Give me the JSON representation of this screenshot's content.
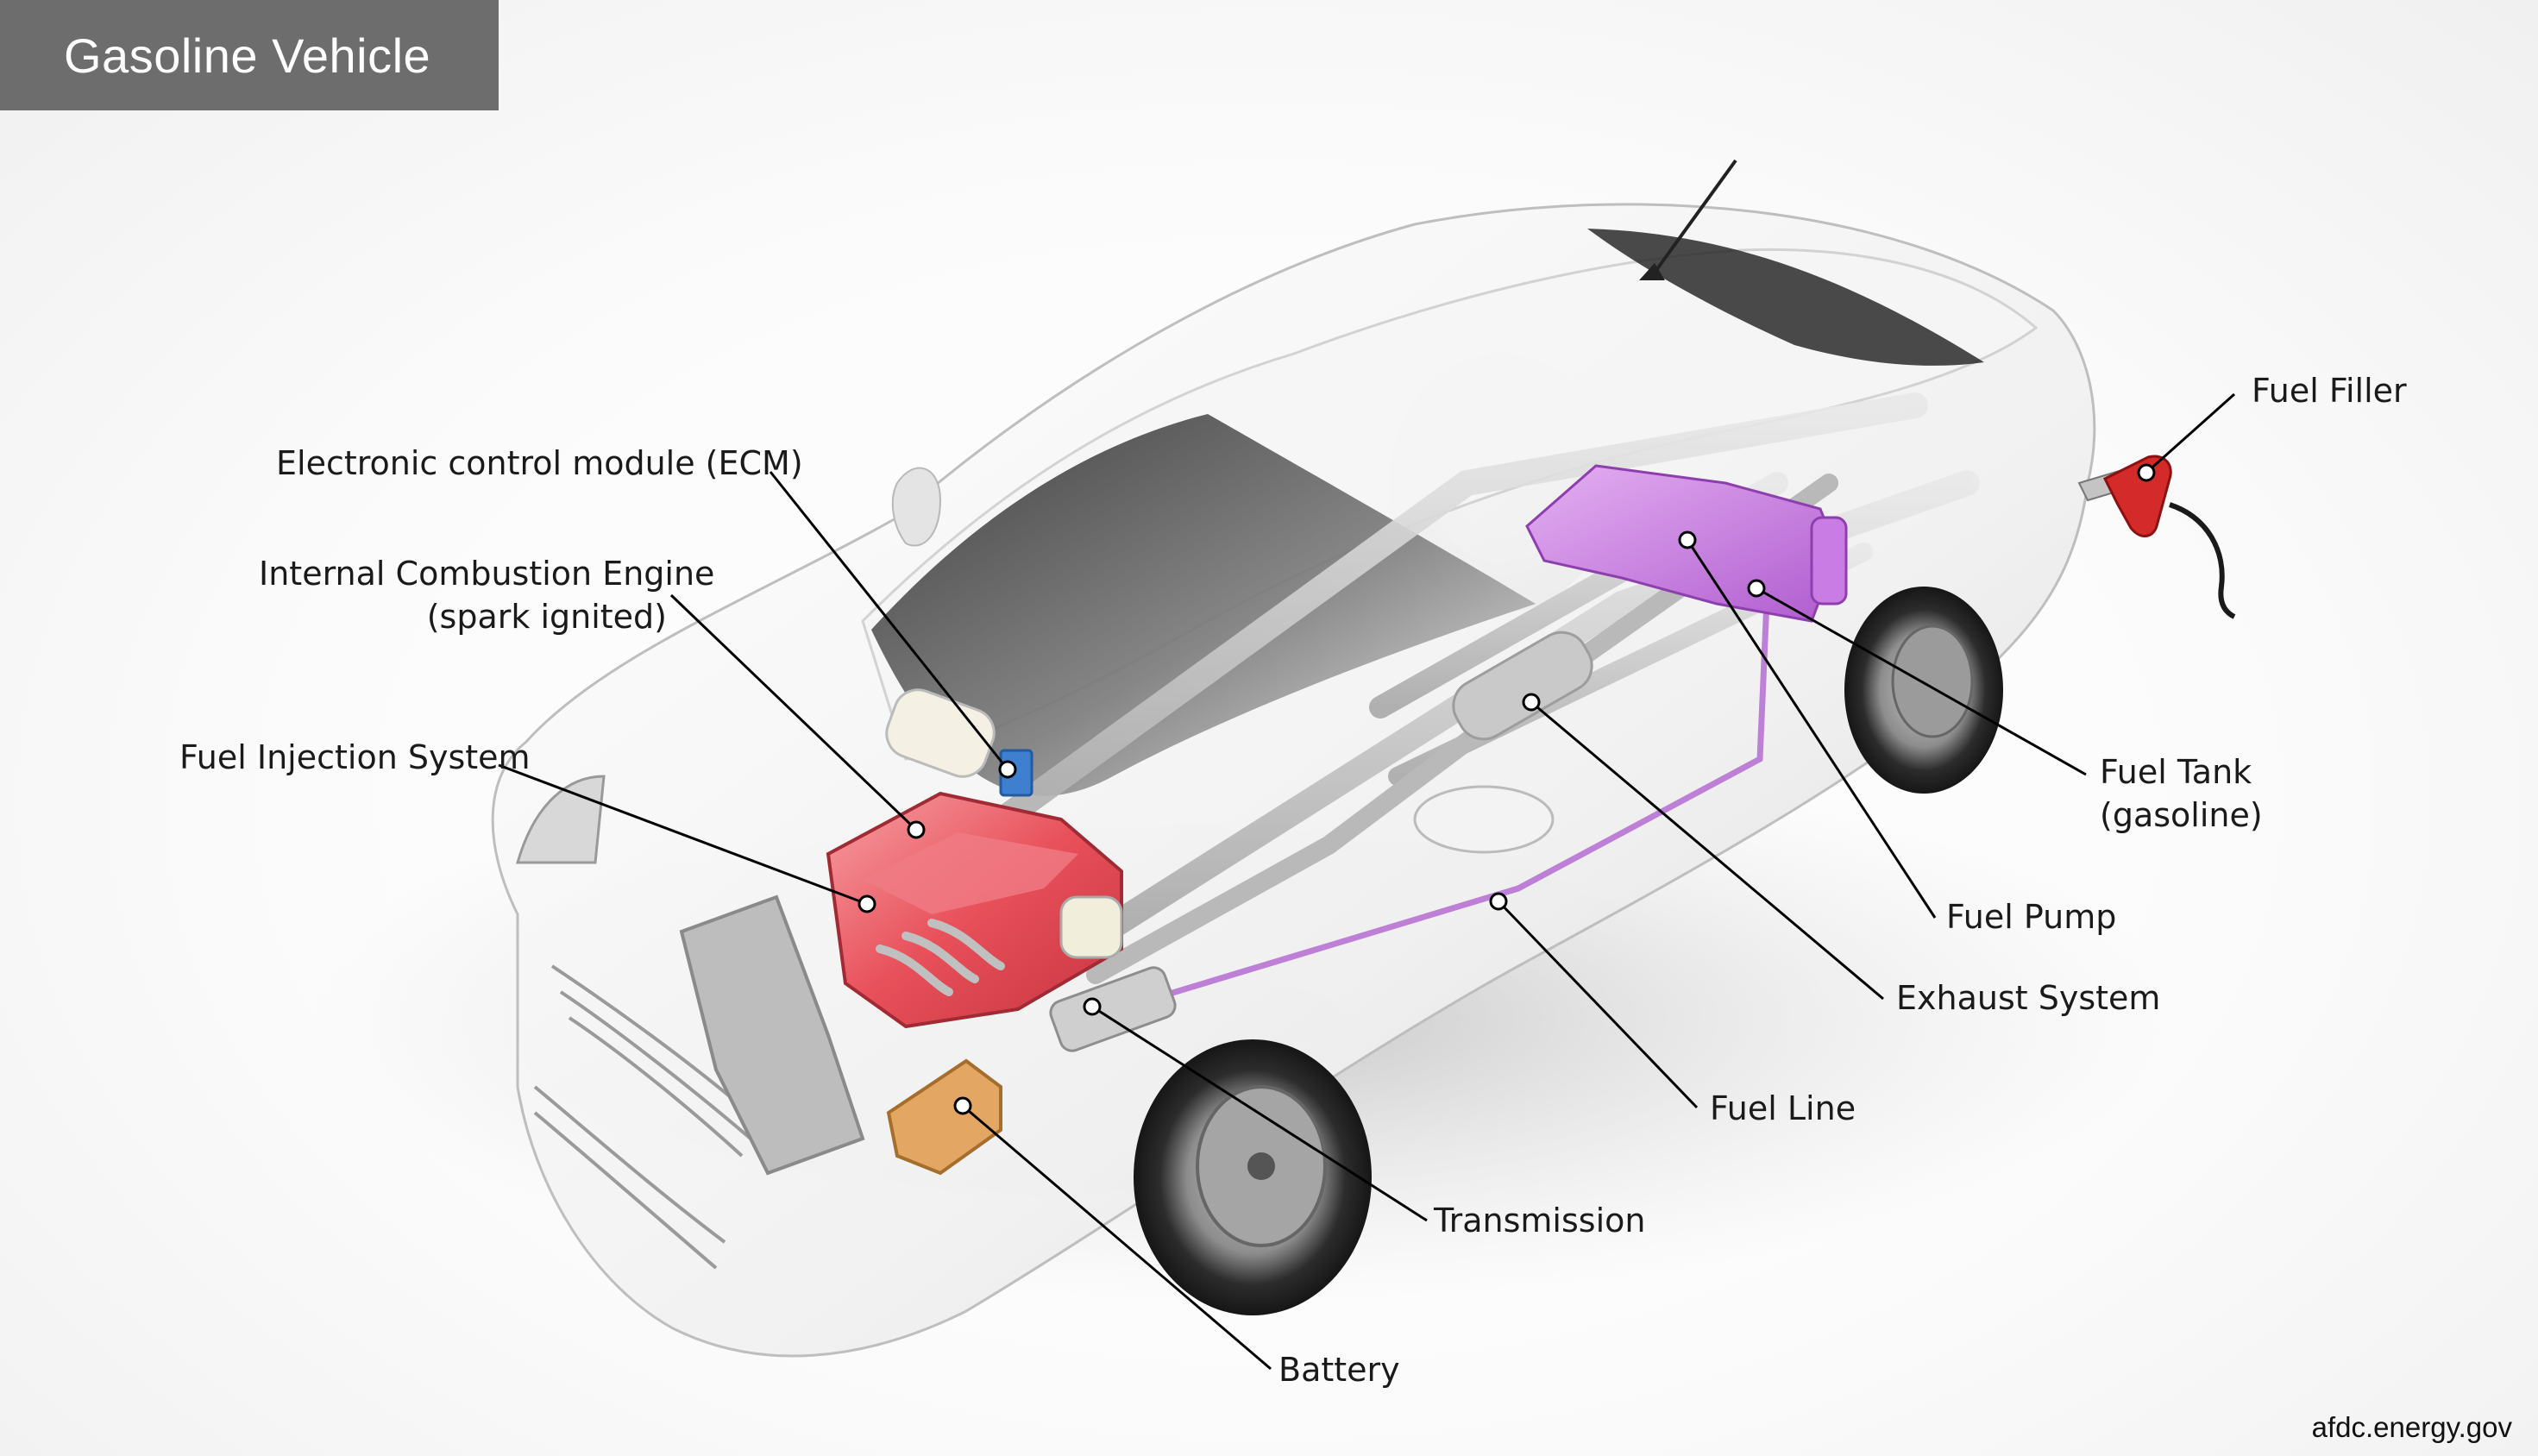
{
  "header": {
    "title": "Gasoline Vehicle"
  },
  "labels": {
    "ecm": "Electronic control module (ECM)",
    "engine_line1": "Internal Combustion Engine",
    "engine_line2": "(spark ignited)",
    "fuel_injection": "Fuel Injection System",
    "fuel_filler": "Fuel Filler",
    "fuel_tank_line1": "Fuel Tank",
    "fuel_tank_line2": "(gasoline)",
    "fuel_pump": "Fuel Pump",
    "exhaust": "Exhaust System",
    "fuel_line": "Fuel Line",
    "transmission": "Transmission",
    "battery": "Battery"
  },
  "footer": {
    "credit": "afdc.energy.gov"
  },
  "colors": {
    "title_bg": "#6d6d6d",
    "engine": "#e8505a",
    "fuel_tank": "#c77be0",
    "ecm": "#3f7fd0",
    "battery": "#e3a763",
    "fuel_nozzle": "#d42a2a"
  }
}
